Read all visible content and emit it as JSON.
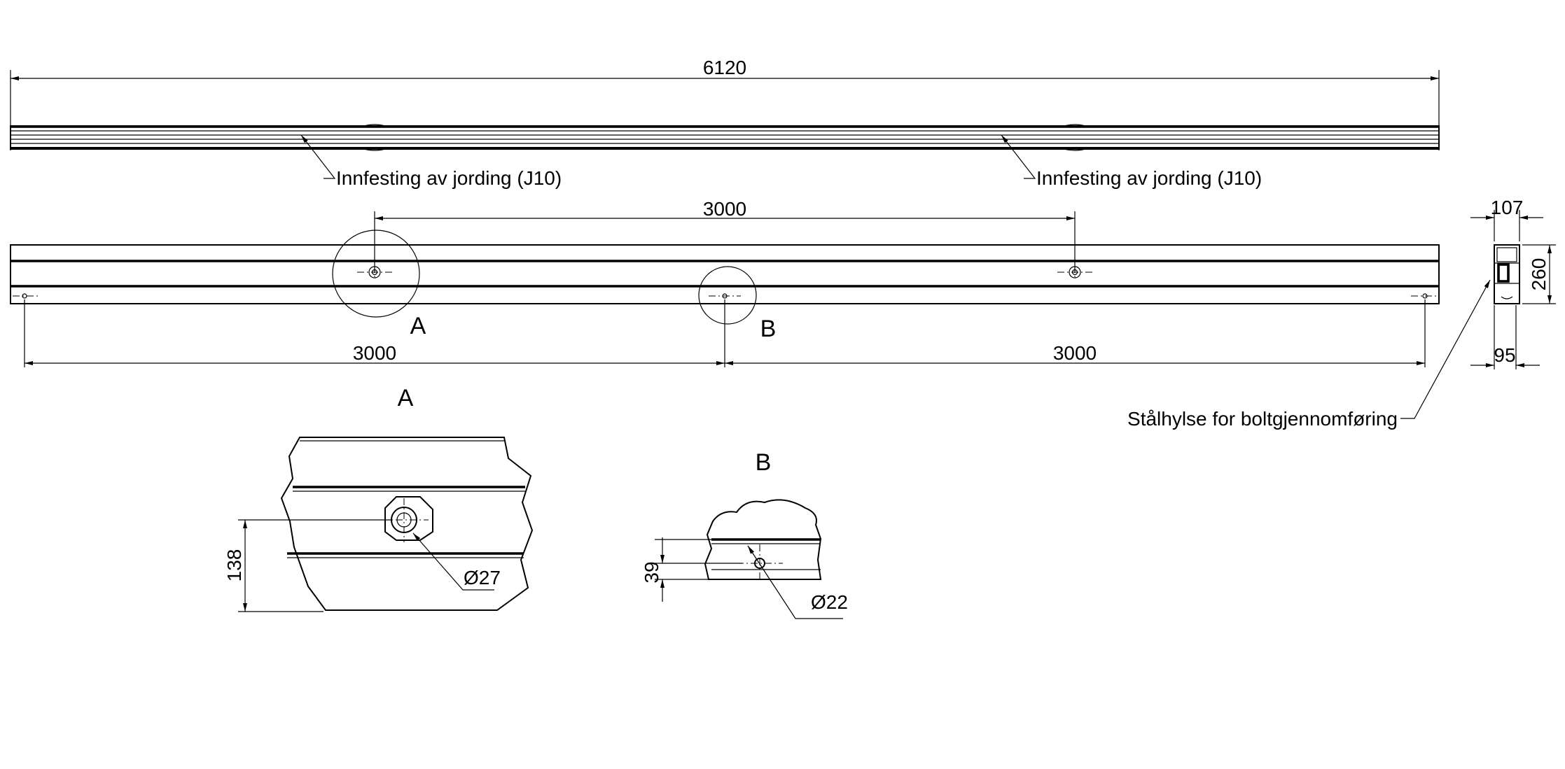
{
  "dimensions": {
    "overall_length": "6120",
    "fixing_spacing": "3000",
    "bolt_spacing_left": "3000",
    "bolt_spacing_right": "3000",
    "section_width": "107",
    "section_height": "260",
    "section_base": "95",
    "detail_a_height": "138",
    "detail_a_hole": "Ø27",
    "detail_b_height": "39",
    "detail_b_hole": "Ø22"
  },
  "annotations": {
    "grounding_left": "Innfesting av jording (J10)",
    "grounding_right": "Innfesting av jording (J10)",
    "steel_sleeve": "Stålhylse for boltgjennomføring"
  },
  "details": {
    "marker_a": "A",
    "marker_b": "B",
    "title_a": "A",
    "title_b": "B"
  }
}
